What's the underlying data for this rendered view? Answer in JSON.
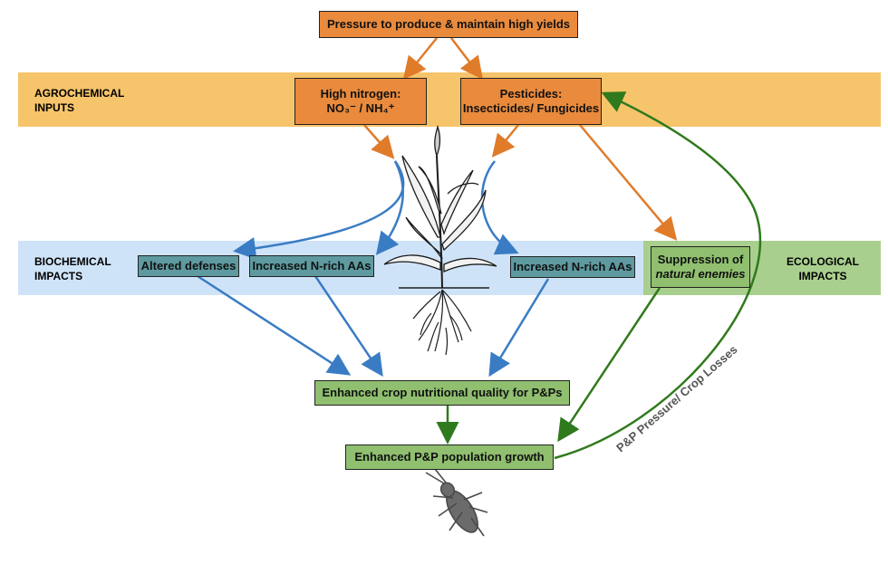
{
  "title": "Pressure to produce & maintain high yields",
  "bands": {
    "agro": {
      "label": "AGROCHEMICAL\nINPUTS",
      "color": "#f6c46b"
    },
    "bio": {
      "label": "BIOCHEMICAL\nIMPACTS",
      "color": "#cfe3f8"
    },
    "eco": {
      "label": "ECOLOGICAL\nIMPACTS",
      "color": "#a9cf8e"
    }
  },
  "nodes": {
    "nitrogen_line1": "High nitrogen:",
    "nitrogen_line2": "NO₃⁻ / NH₄⁺",
    "pesticides_line1": "Pesticides:",
    "pesticides_line2": "Insecticides/ Fungicides",
    "altered_defenses": "Altered defenses",
    "n_rich_left": "Increased N-rich AAs",
    "n_rich_right": "Increased N-rich AAs",
    "suppression_line1": "Suppression of",
    "suppression_line2": "natural enemies",
    "nutritional_quality": "Enhanced crop nutritional quality for P&Ps",
    "population_growth": "Enhanced P&P population growth"
  },
  "feedback_label": "P&P Pressure/ Crop Losses",
  "colors": {
    "orange_arrow": "#e07b2a",
    "blue_arrow": "#3a7cc4",
    "green_arrow": "#2f7a1c",
    "orange_box": "#e98a3c",
    "teal_box": "#5e9aa0",
    "green_box": "#8fbf6f"
  },
  "icons": {
    "plant": "wheat-plant-icon",
    "insect": "insect-pest-icon"
  }
}
